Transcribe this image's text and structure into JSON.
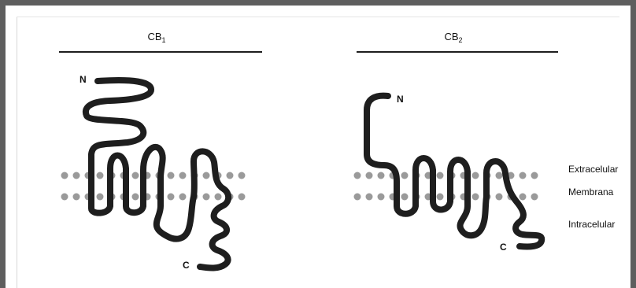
{
  "colors": {
    "frame": "#5e5e5e",
    "protein": "#1e1e1e",
    "membrane_dot": "#9a9a9a",
    "text": "#111111"
  },
  "panels": [
    {
      "id": "cb1",
      "title": "CB",
      "subscript": "1",
      "n_label": "N",
      "c_label": "C"
    },
    {
      "id": "cb2",
      "title": "CB",
      "subscript": "2",
      "n_label": "N",
      "c_label": "C"
    }
  ],
  "legend": {
    "extracellular": "Extracelular",
    "membrane": "Membrana",
    "intracellular": "Intracelular"
  }
}
